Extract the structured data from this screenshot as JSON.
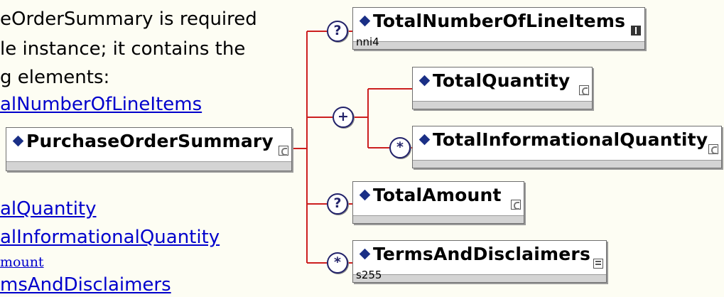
{
  "text": {
    "line1": "eOrderSummary is required",
    "line2": "le instance; it contains the",
    "line3": "g elements:"
  },
  "links": {
    "total_number": "alNumberOfLineItems",
    "total_quantity": "alQuantity",
    "total_informational": "alInformationalQuantity",
    "amount": "mount",
    "terms": "msAndDisclaimers"
  },
  "diagram": {
    "root": {
      "name": "PurchaseOrderSummary",
      "icon": "content-icon"
    },
    "elements": [
      {
        "name": "TotalNumberOfLineItems",
        "type": "nni4",
        "icon": "info-icon",
        "occurrence": "optional"
      },
      {
        "name": "TotalQuantity",
        "type": "",
        "icon": "content-icon"
      },
      {
        "name": "TotalInformationalQuantity",
        "type": "",
        "icon": "content-icon",
        "occurrence": "zero-or-more"
      },
      {
        "name": "TotalAmount",
        "type": "",
        "icon": "content-icon",
        "occurrence": "optional"
      },
      {
        "name": "TermsAndDisclaimers",
        "type": "s255",
        "icon": "list-icon",
        "occurrence": "zero-or-more"
      }
    ],
    "choice_group": {
      "symbol": "+"
    },
    "occurrence_symbols": {
      "optional": "?",
      "zero_or_more": "*"
    },
    "line_color": "#cc1f1f"
  }
}
